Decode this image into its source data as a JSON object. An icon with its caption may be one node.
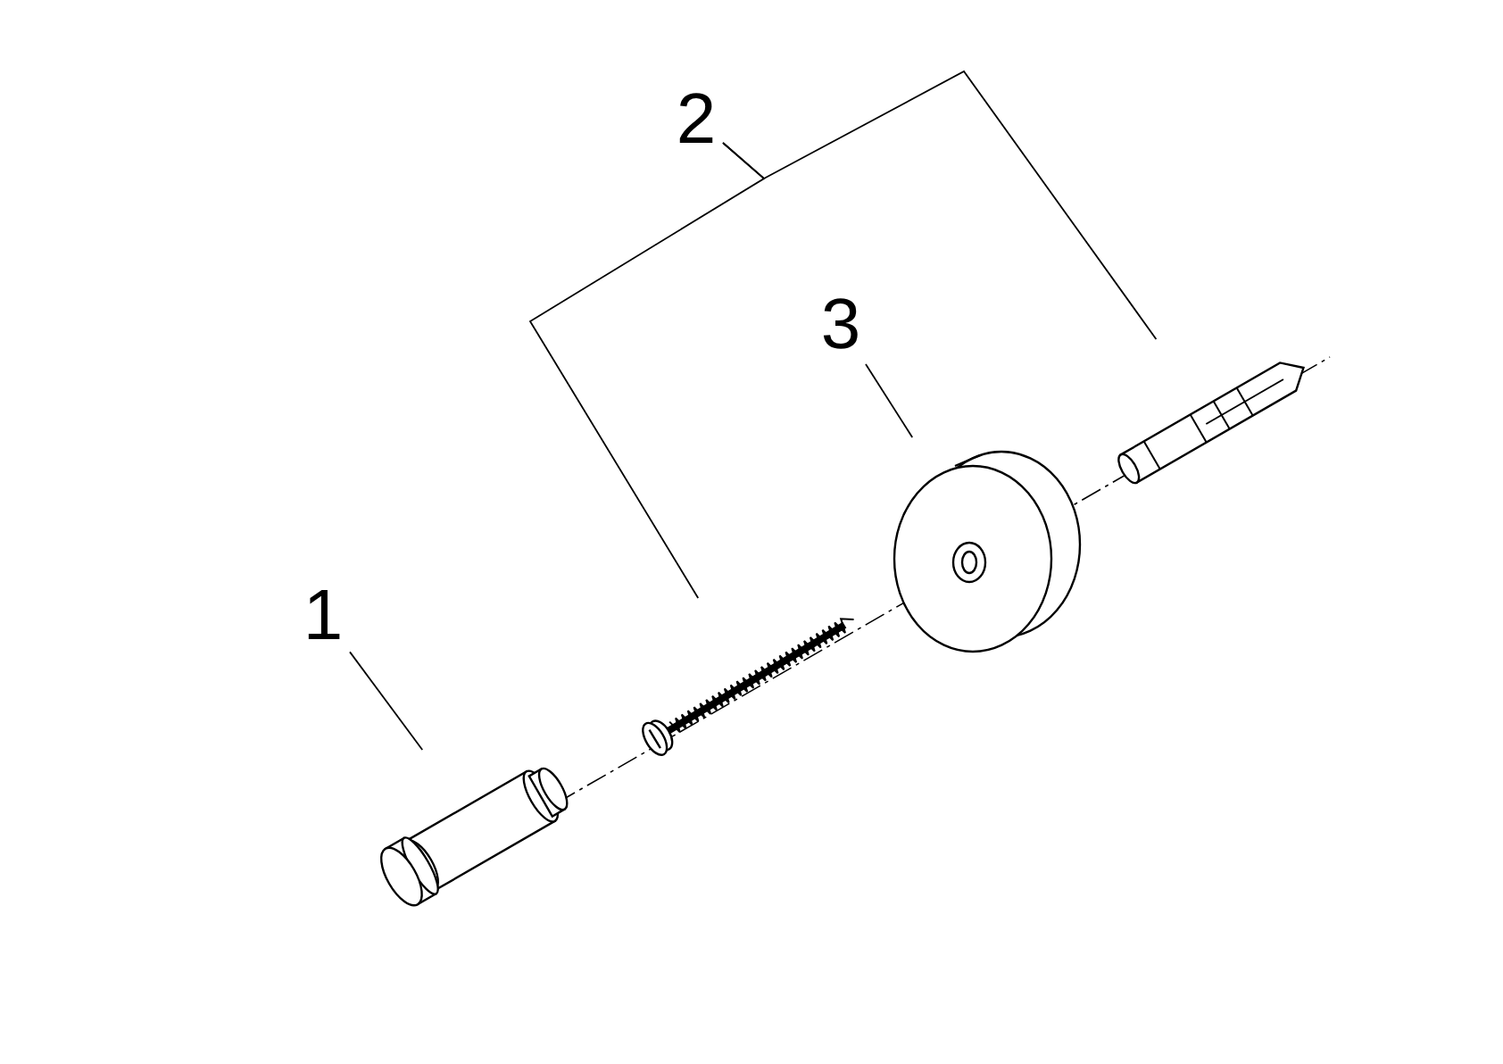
{
  "diagram": {
    "nodes": [
      {
        "text": [
          "1"
        ]
      },
      {
        "text": [],
        "shape": "picture"
      },
      {
        "text": [
          "2"
        ]
      },
      {
        "text": [],
        "shape": "picture"
      },
      {
        "text": [],
        "shape": "picture"
      },
      {
        "text": [
          "3"
        ]
      },
      {
        "text": [],
        "shape": "picture"
      }
    ],
    "edges": [
      {
        "from": 0,
        "to": 1,
        "arrow": "none"
      },
      {
        "from": 2,
        "to": 3,
        "arrow": "none"
      },
      {
        "from": 2,
        "to": 4,
        "arrow": "none"
      },
      {
        "from": 5,
        "to": 6,
        "arrow": "none"
      }
    ]
  }
}
